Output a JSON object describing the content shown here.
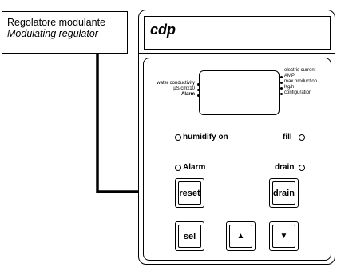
{
  "callout": {
    "line1": "Regolatore modulante",
    "line2": "Modulating regulator"
  },
  "device": {
    "title": "cdp",
    "display": {
      "left_labels": [
        "water conductivity",
        "µS/cmx10",
        "Alarm"
      ],
      "right_labels": [
        "electric current",
        "AMP",
        "max production",
        "Kg/h",
        "configuration"
      ]
    },
    "indicators": {
      "humidify_on": "humidify on",
      "fill": "fill",
      "alarm": "Alarm",
      "drain": "drain"
    },
    "buttons": {
      "reset": "reset",
      "drain": "drain",
      "sel": "sel",
      "up": "▲",
      "down": "▼"
    }
  }
}
